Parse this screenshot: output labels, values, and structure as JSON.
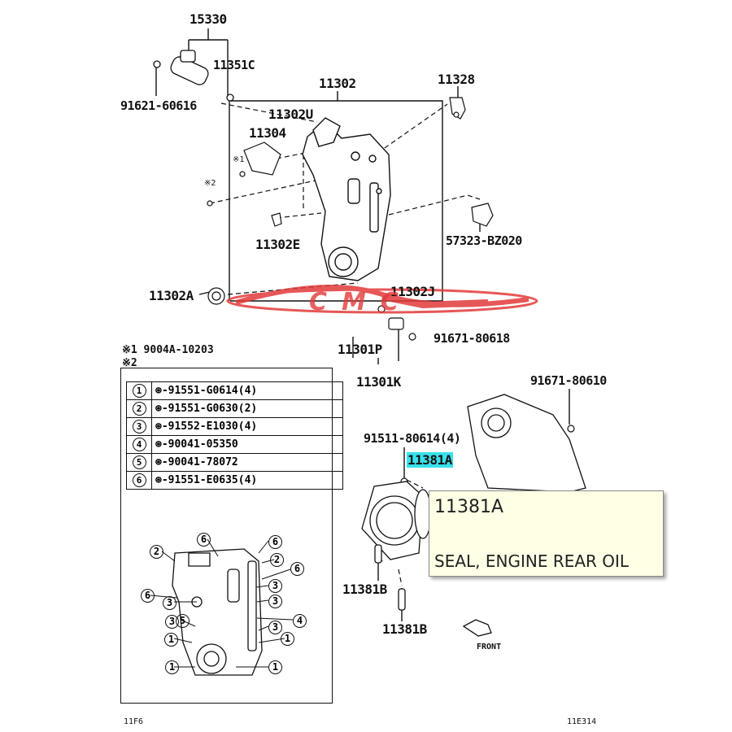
{
  "callouts": {
    "c15330": "15330",
    "c11351c": "11351C",
    "c91621": "91621-60616",
    "c11302": "11302",
    "c11328": "11328",
    "c11302u": "11302U",
    "c11304": "11304",
    "c11302e": "11302E",
    "c57323": "57323-BZ020",
    "c11302a": "11302A",
    "c11302j": "11302J",
    "c11301p": "11301P",
    "c11301k": "11301K",
    "c91671a": "91671-80618",
    "c91671b": "91671-80610",
    "c91511": "91511-80614(4)",
    "c11381a": "11381A",
    "c11381b1": "11381B",
    "c11381b2": "11381B"
  },
  "notes": {
    "note1": "※1 9004A-10203",
    "note2": "※2",
    "mark1": "※1",
    "mark2": "※2",
    "front": "FRONT",
    "footer_left": "11F6",
    "footer_right": "11E314"
  },
  "parts_table": [
    {
      "num": "1",
      "code": "⊛-91551-G0614(4)"
    },
    {
      "num": "2",
      "code": "⊛-91551-G0630(2)"
    },
    {
      "num": "3",
      "code": "⊛-91552-E1030(4)"
    },
    {
      "num": "4",
      "code": "⊛-90041-05350"
    },
    {
      "num": "5",
      "code": "⊛-90041-78072"
    },
    {
      "num": "6",
      "code": "⊛-91551-E0635(4)"
    }
  ],
  "inset_callouts": [
    "6",
    "6",
    "2",
    "2",
    "6",
    "6",
    "3",
    "3",
    "3",
    "3",
    "3",
    "5",
    "4",
    "1",
    "1",
    "1",
    "1",
    "1"
  ],
  "tooltip": {
    "part_number": "11381A",
    "description": "SEAL, ENGINE REAR OIL"
  },
  "watermark": "CMC",
  "colors": {
    "highlight": "#38e0ec",
    "tooltip_bg": "#ffffe6",
    "watermark": "#e23a3a"
  }
}
